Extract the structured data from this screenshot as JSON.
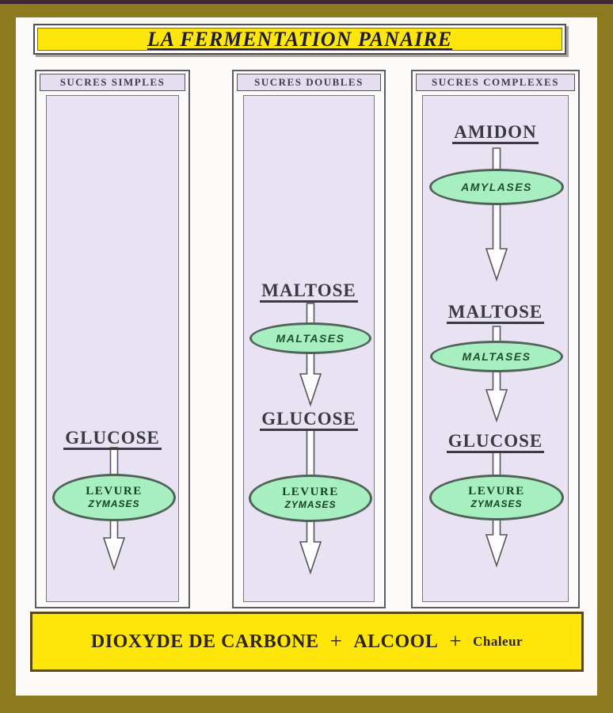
{
  "title": "LA FERMENTATION PANAIRE",
  "columns": [
    {
      "header": "SUCRES SIMPLES",
      "substrate": "GLUCOSE",
      "yeast_line1": "LEVURE",
      "yeast_line2": "ZYMASES"
    },
    {
      "header": "SUCRES DOUBLES",
      "substrate1": "MALTOSE",
      "enzyme1": "MALTASES",
      "substrate2": "GLUCOSE",
      "yeast_line1": "LEVURE",
      "yeast_line2": "ZYMASES"
    },
    {
      "header": "SUCRES COMPLEXES",
      "substrate1": "AMIDON",
      "enzyme1": "AMYLASES",
      "substrate2": "MALTOSE",
      "enzyme2": "MALTASES",
      "substrate3": "GLUCOSE",
      "yeast_line1": "LEVURE",
      "yeast_line2": "ZYMASES"
    }
  ],
  "result": {
    "term1": "DIOXYDE DE CARBONE",
    "plus1": "+",
    "term2": "ALCOOL",
    "plus2": "+",
    "term3": "Chaleur"
  },
  "colors": {
    "frame_olive": "#8c7a20",
    "banner_yellow": "#ffe60a",
    "column_lavender": "#e9e2f2",
    "ellipse_green": "#a7efc0",
    "ellipse_border": "#4f6357",
    "enzyme_text_green": "#1d4f28",
    "title_navy": "#1b1b42"
  }
}
